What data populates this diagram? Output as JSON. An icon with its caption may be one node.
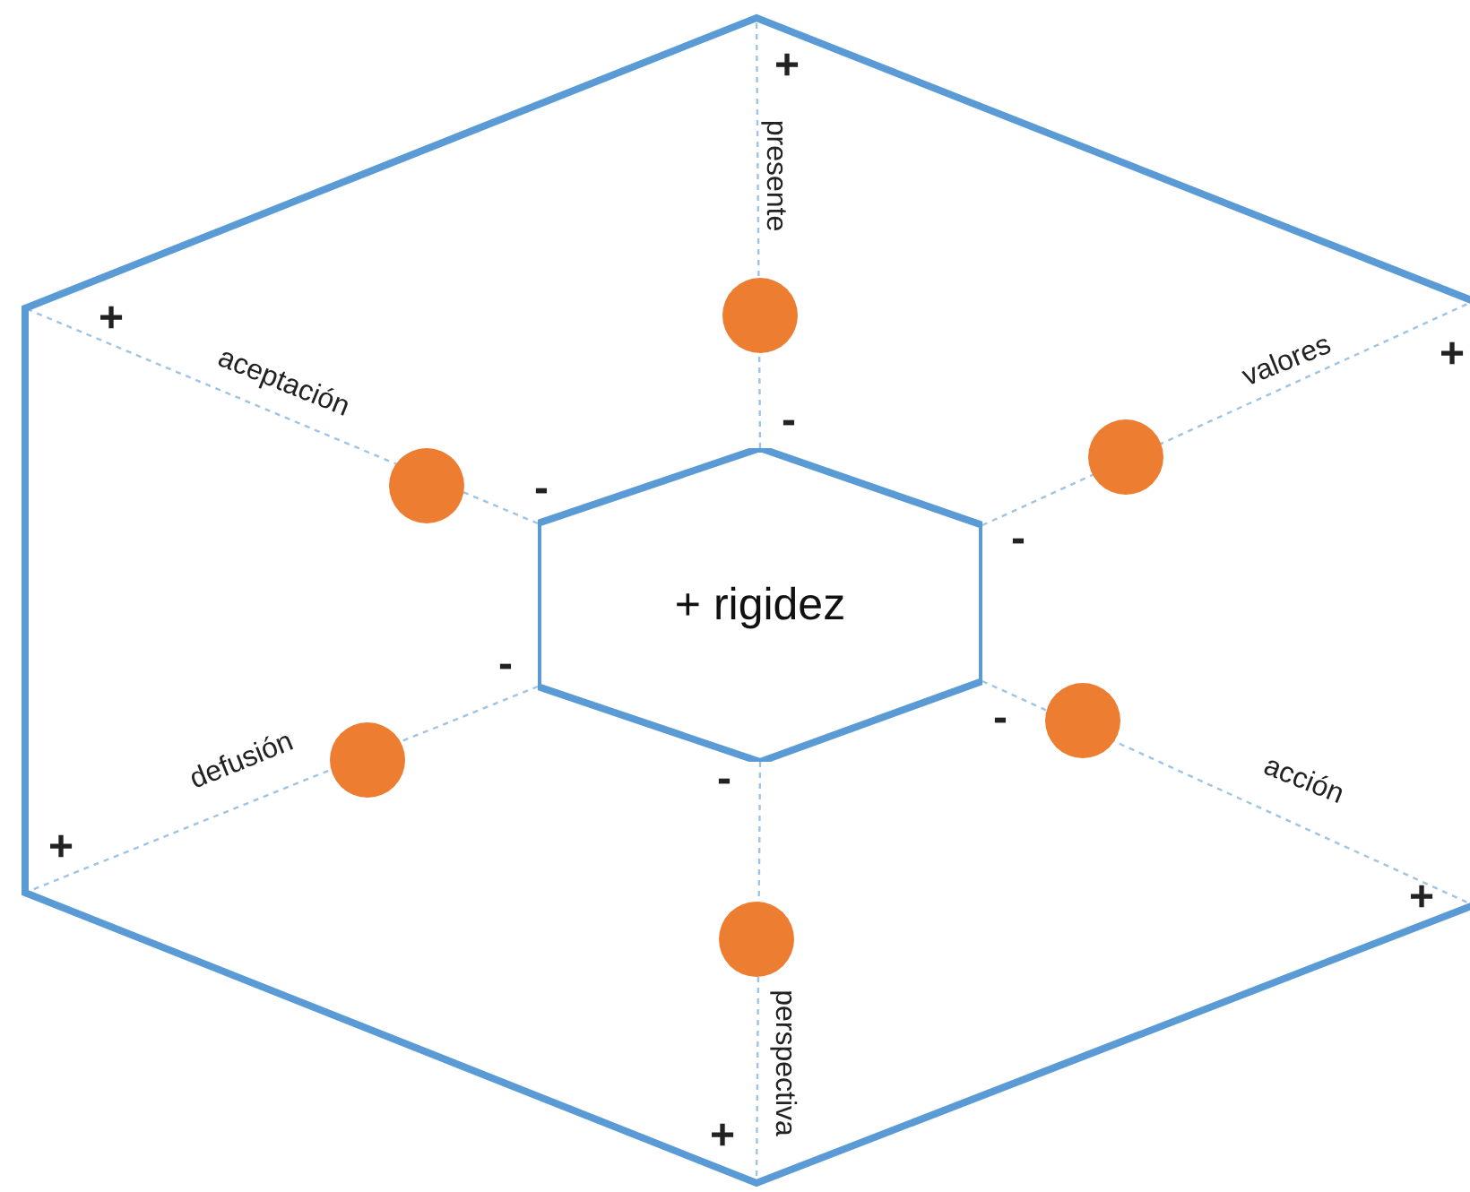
{
  "diagram": {
    "nodes": [
      {
        "text": [
          "+ rigidez"
        ]
      }
    ],
    "labels": [
      "+",
      "presente",
      "+",
      "+",
      "valores",
      "aceptación",
      "-",
      "-",
      "-",
      "-",
      "-",
      "defusión",
      "acción",
      "-",
      "+",
      "+",
      "perspectiva",
      "+"
    ]
  }
}
